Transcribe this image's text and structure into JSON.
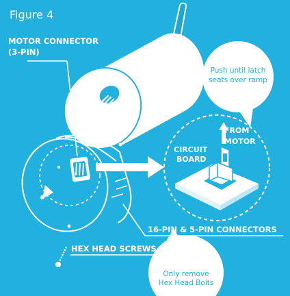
{
  "figure": {
    "title": "Figure 4"
  },
  "callouts": {
    "motor_connector_line1": "MOTOR CONNECTOR",
    "motor_connector_line2": "(3-PIN)",
    "push_latch_line1": "Push until latch",
    "push_latch_line2": "seats over ramp",
    "from_motor_line1": "FROM",
    "from_motor_line2": "MOTOR",
    "circuit_board_line1": "CIRCUIT",
    "circuit_board_line2": "BOARD",
    "connectors_16_5": "16-PIN & 5-PIN CONNECTORS",
    "hex_head_screws": "HEX HEAD SCREWS",
    "only_remove_line1": "Only remove",
    "only_remove_line2": "Hex Head Bolts"
  },
  "colors": {
    "background": "#22b0df",
    "line": "#ffffff",
    "bubble_text": "#22b0df"
  }
}
